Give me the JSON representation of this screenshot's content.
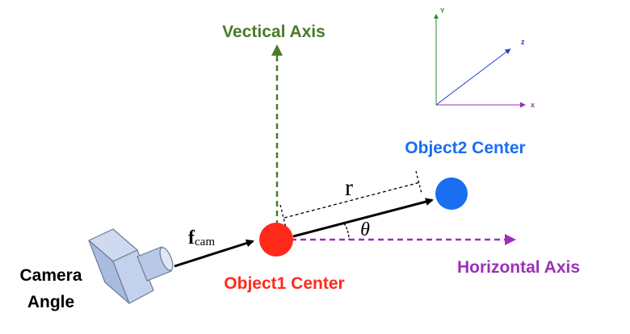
{
  "labels": {
    "vertical_axis": "Vectical Axis",
    "horizontal_axis": "Horizontal Axis",
    "object1": "Object1 Center",
    "object2": "Object2 Center",
    "camera_line1": "Camera",
    "camera_line2": "Angle",
    "r": "r",
    "theta": "θ",
    "f": "f",
    "f_sub": "cam"
  },
  "inset_axes": {
    "y": "Y",
    "z": "z",
    "x": "x"
  },
  "colors": {
    "vertical_axis": "#4a7a2a",
    "horizontal_axis": "#9b30b8",
    "object1": "#ff2a1a",
    "object2": "#1a6ef0",
    "arrow": "#000000",
    "inset_y": "#2e8b2e",
    "inset_z": "#1f3fd0",
    "inset_x": "#9b30b8",
    "camera_fill": "#b8c8e6",
    "camera_stroke": "#6b7c99"
  }
}
